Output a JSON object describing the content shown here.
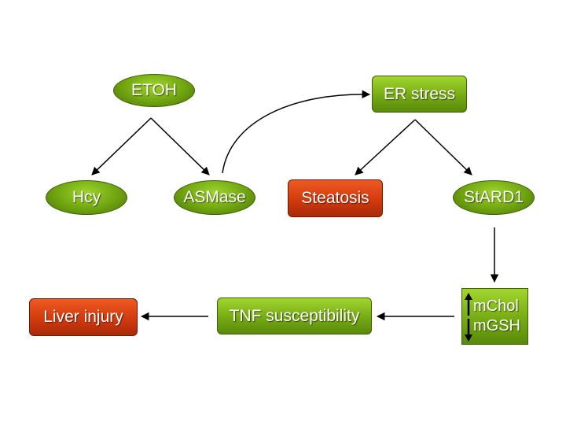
{
  "diagram": {
    "nodes": {
      "etoh": "ETOH",
      "er_stress": "ER stress",
      "hcy": "Hcy",
      "asmase": "ASMase",
      "steatosis": "Steatosis",
      "stard1": "StARD1",
      "mchol": "mChol",
      "mgsh": "mGSH",
      "tnf": "TNF susceptibility",
      "liver_injury": "Liver injury"
    },
    "arrow_marks": {
      "mchol": "up",
      "mgsh": "down"
    },
    "colors": {
      "green_node": "#7cb316",
      "red_node": "#d23a0e",
      "arrow": "#000000"
    }
  }
}
